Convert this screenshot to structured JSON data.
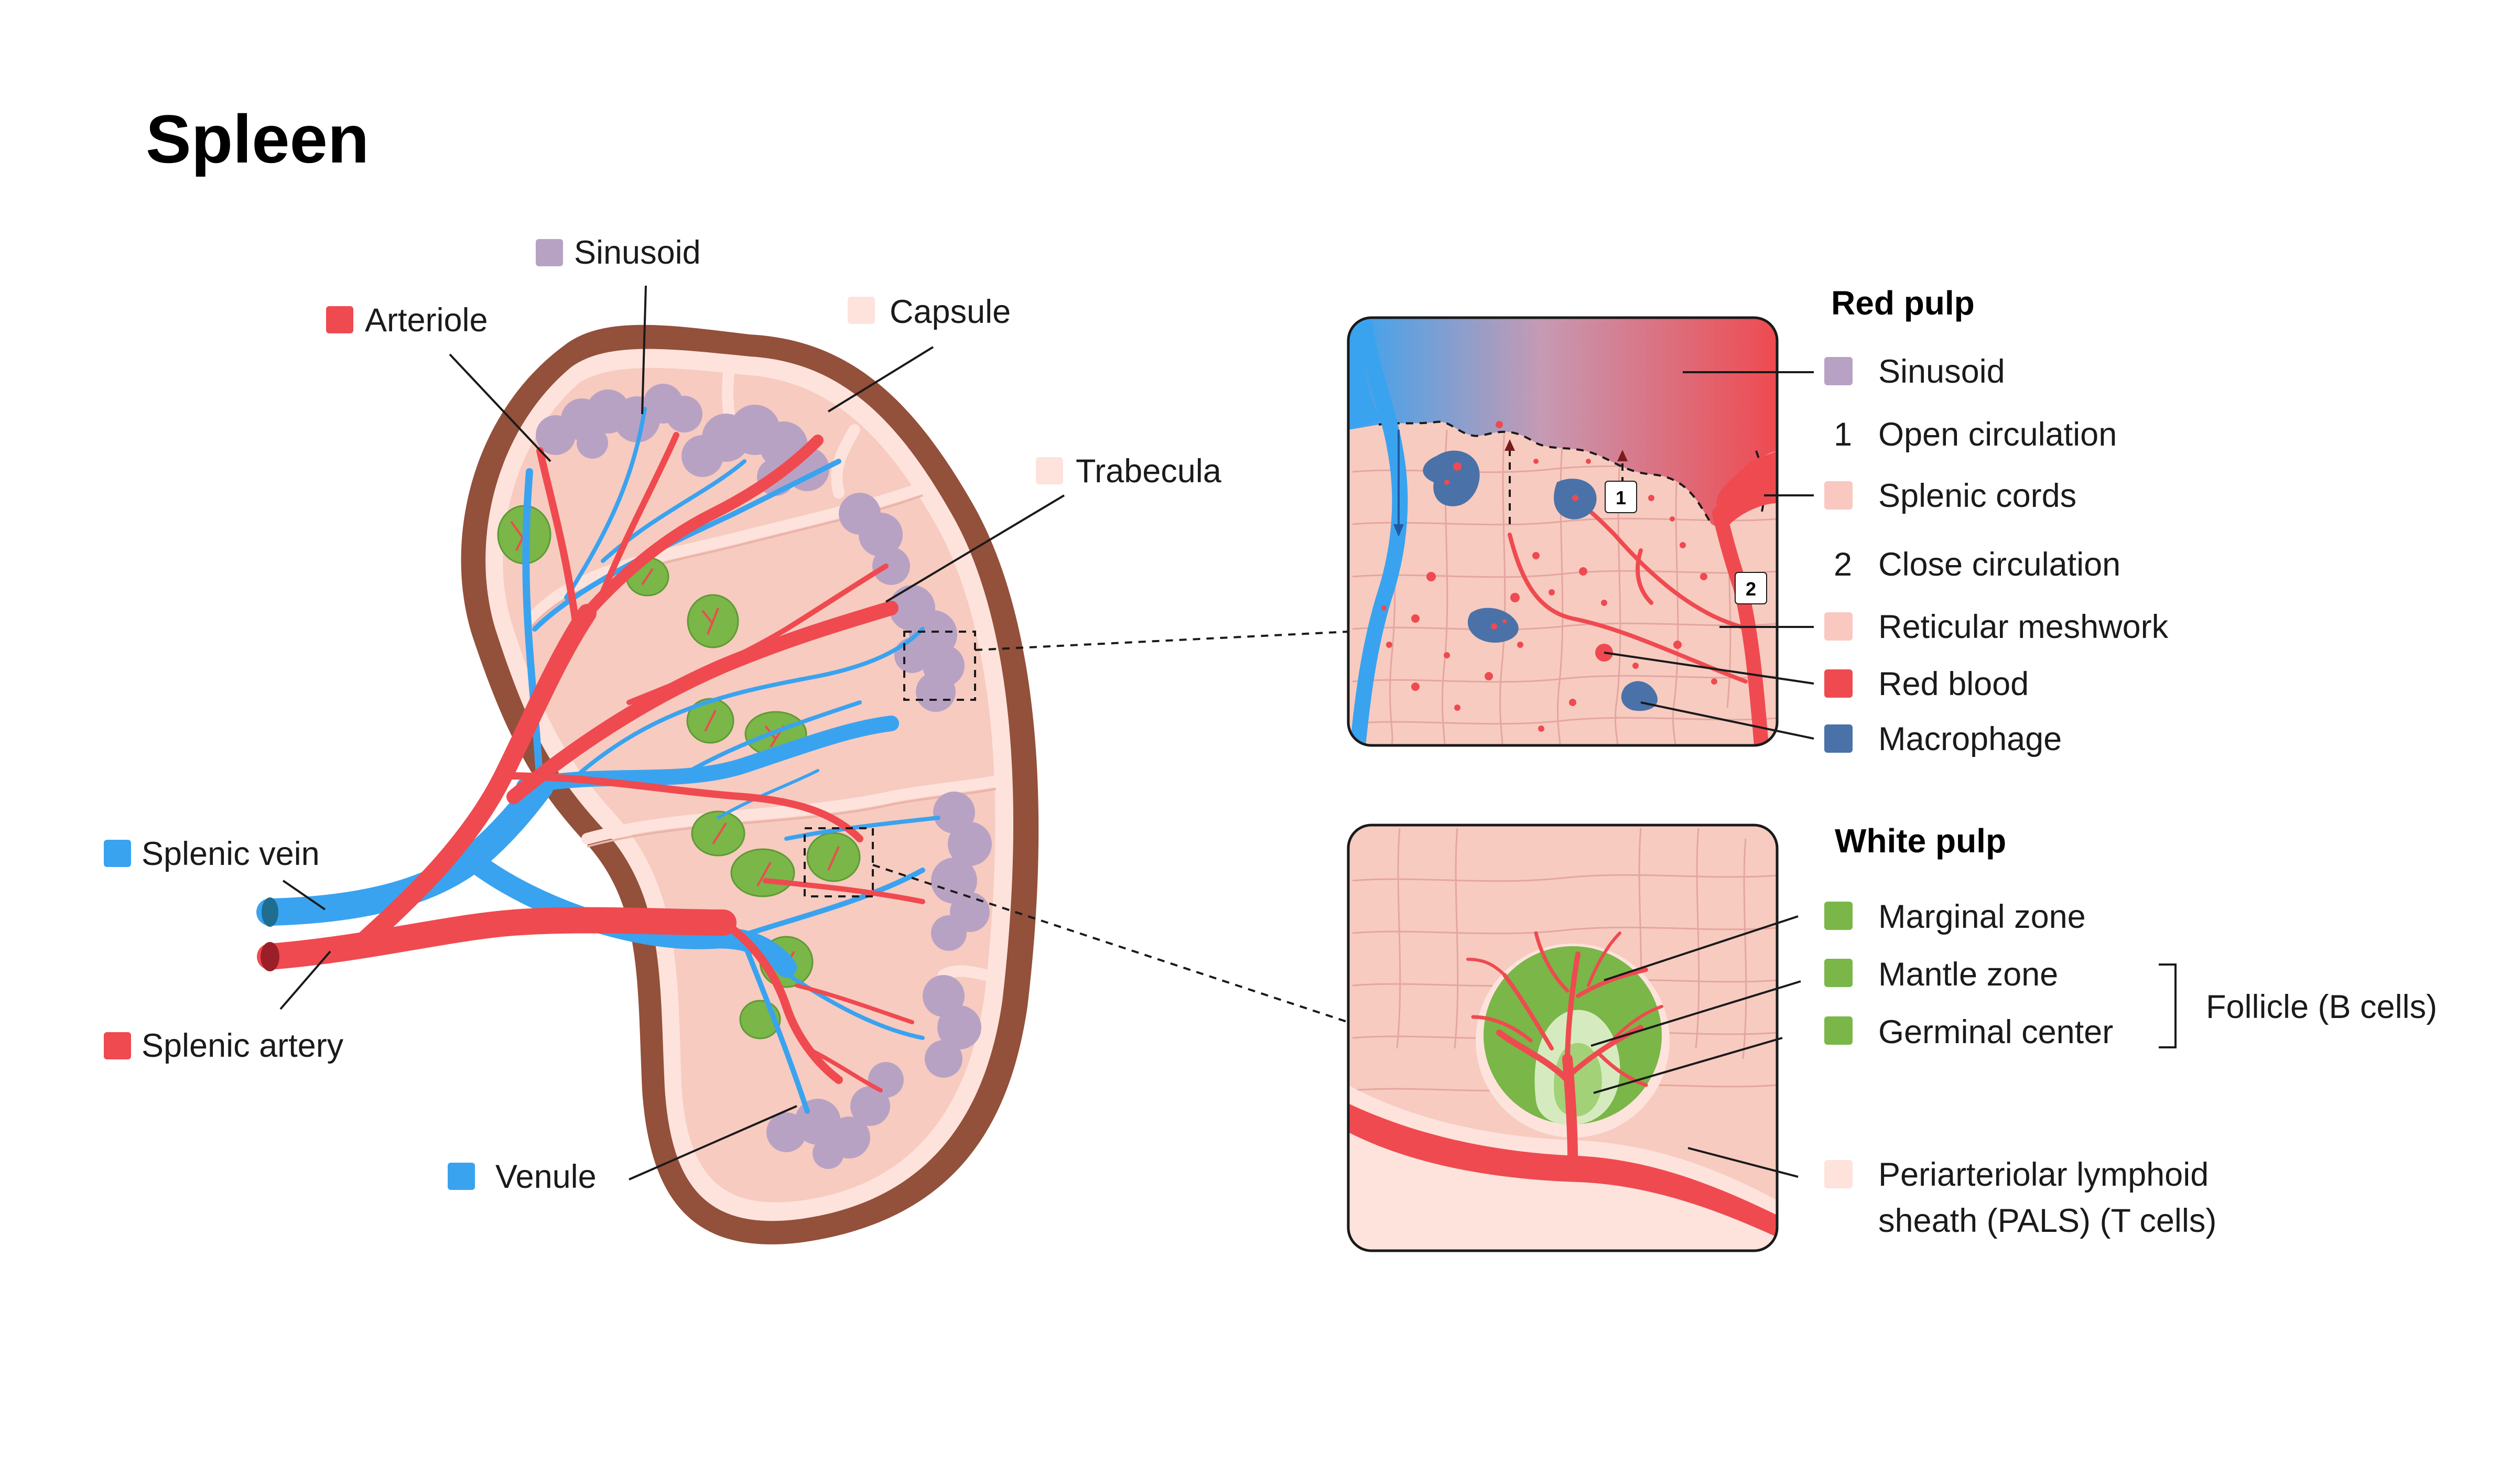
{
  "title": "Spleen",
  "colors": {
    "capsule": "#93503b",
    "red_pulp": "#f7cbc0",
    "trabecula": "#fde3dc",
    "vein": "#3aa3ef",
    "artery": "#ef4a50",
    "sinusoid": "#b8a2c4",
    "follicle": "#7ab648",
    "macrophage": "#4a72a8"
  },
  "organ_labels": {
    "sinusoid": "Sinusoid",
    "arteriole": "Arteriole",
    "capsule": "Capsule",
    "trabecula": "Trabecula",
    "splenic_vein": "Splenic vein",
    "splenic_artery": "Splenic artery",
    "venule": "Venule"
  },
  "red_pulp": {
    "heading": "Red pulp",
    "markers": [
      "1",
      "2"
    ],
    "items": [
      {
        "key": "",
        "label": "Sinusoid",
        "color": "#b8a2c4"
      },
      {
        "key": "1",
        "label": "Open circulation",
        "color": ""
      },
      {
        "key": "",
        "label": "Splenic cords",
        "color": "#f9c8c0"
      },
      {
        "key": "2",
        "label": "Close circulation",
        "color": ""
      },
      {
        "key": "",
        "label": "Reticular meshwork",
        "color": "#f9c8c0"
      },
      {
        "key": "",
        "label": "Red blood",
        "color": "#ef4a50"
      },
      {
        "key": "",
        "label": "Macrophage",
        "color": "#4a72a8"
      }
    ]
  },
  "white_pulp": {
    "heading": "White pulp",
    "items": [
      {
        "label": "Marginal zone",
        "color": "#7ab648"
      },
      {
        "label": "Mantle zone",
        "color": "#7ab648"
      },
      {
        "label": "Germinal center",
        "color": "#7ab648"
      }
    ],
    "follicle_label": "Follicle (B cells)",
    "pals_line1": "Periarteriolar lymphoid",
    "pals_line2": "sheath (PALS) (T cells)",
    "pals_color": "#fde3dc"
  }
}
